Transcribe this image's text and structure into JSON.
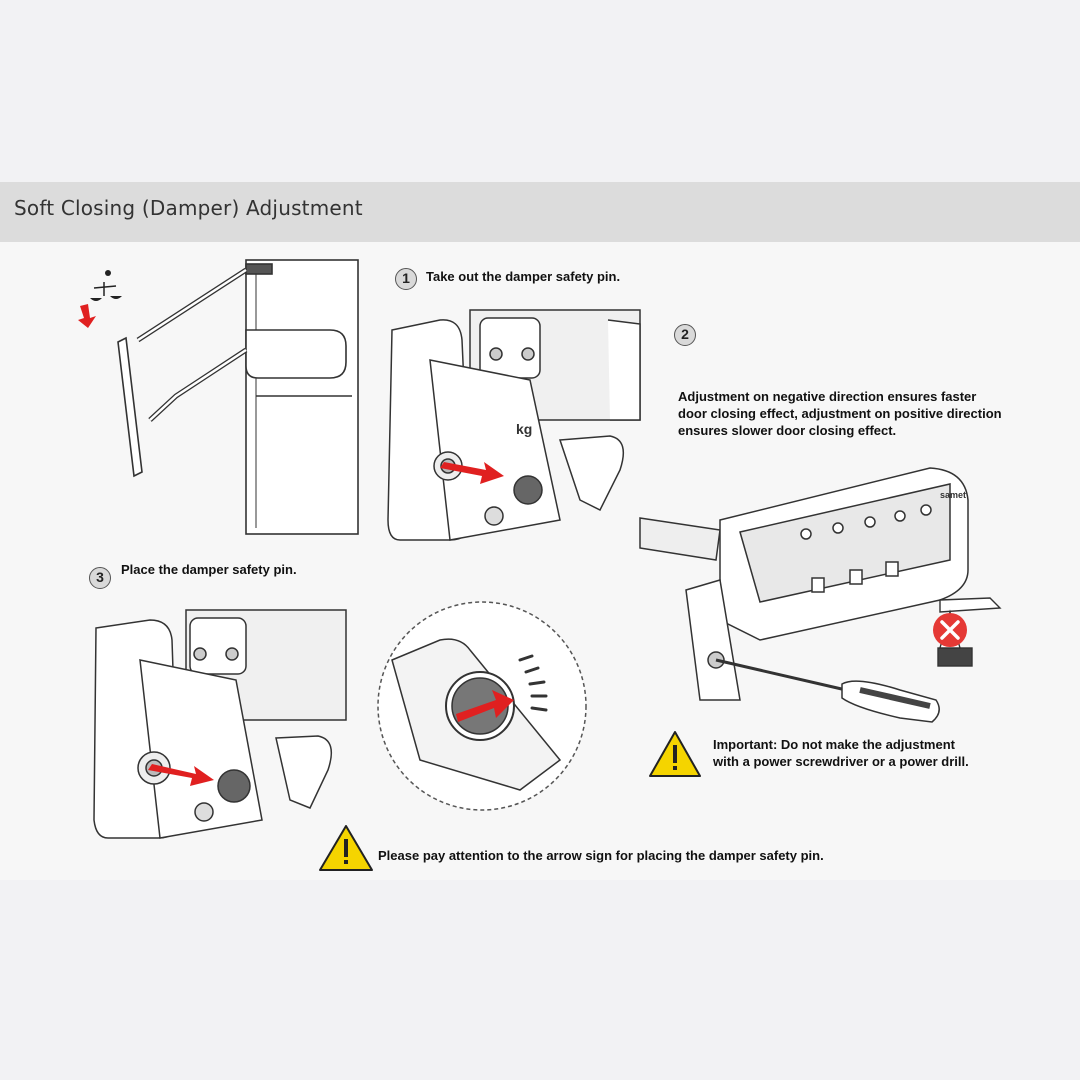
{
  "header": {
    "title": "Soft Closing (Damper) Adjustment"
  },
  "steps": [
    {
      "number": "1",
      "text": "Take out the damper safety pin."
    },
    {
      "number": "2",
      "text": "Adjustment on negative direction ensures faster door closing effect, adjustment on positive direction ensures slower door closing effect."
    },
    {
      "number": "3",
      "text": "Place the damper safety pin."
    }
  ],
  "warnings": {
    "power_tool": "Important: Do not make the adjustment with a power screwdriver or a power drill.",
    "arrow_sign": "Please pay attention to the arrow sign for placing the damper safety pin."
  },
  "mechanism_labels": {
    "brand": "samet",
    "unit": "kg"
  },
  "colors": {
    "header_bg": "#dcdcdc",
    "arrow_red": "#e02020",
    "warning_yellow": "#f5d400",
    "forbidden_red": "#e53935"
  }
}
